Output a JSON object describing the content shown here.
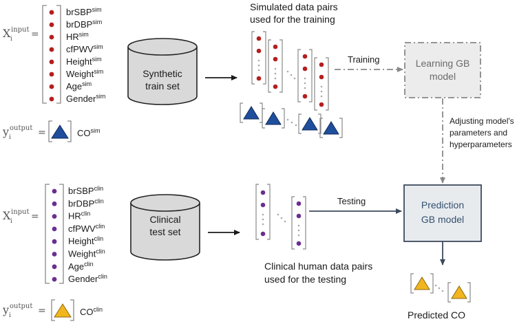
{
  "colors": {
    "sim_dot": "#b51e1e",
    "clin_dot": "#6a2f8f",
    "sim_triangle": "#1f4e9c",
    "clin_triangle": "#f2b51e",
    "cylinder_fill": "#d9d9d9",
    "box_fill": "#ececec",
    "line": "#333333",
    "dashed_line": "#888888",
    "bracket": "#888888"
  },
  "top": {
    "x_symbol": "X",
    "x_sub": "i",
    "x_sup": "input",
    "equals": "=",
    "features": [
      {
        "name": "brSBP",
        "sup": "sim"
      },
      {
        "name": "brDBP",
        "sup": "sim"
      },
      {
        "name": "HR",
        "sup": "sim"
      },
      {
        "name": "cfPWV",
        "sup": "sim"
      },
      {
        "name": "Height",
        "sup": "sim"
      },
      {
        "name": "Weight",
        "sup": "sim"
      },
      {
        "name": "Age",
        "sup": "sim"
      },
      {
        "name": "Gender",
        "sup": "sim"
      }
    ],
    "y_symbol": "y",
    "y_sub": "i",
    "y_sup": "output",
    "output_name": "CO",
    "output_sup": "sim",
    "dataset_line1": "Synthetic",
    "dataset_line2": "train set",
    "pairs_caption_line1": "Simulated data pairs",
    "pairs_caption_line2": "used for the training",
    "arrow_label": "Training",
    "model_line1": "Learning GB",
    "model_line2": "model"
  },
  "adjust_label": {
    "line1": "Adjusting model's",
    "line2": "parameters and",
    "line3": "hyperparameters"
  },
  "bottom": {
    "x_symbol": "X",
    "x_sub": "i",
    "x_sup": "input",
    "equals": "=",
    "features": [
      {
        "name": "brSBP",
        "sup": "clin"
      },
      {
        "name": "brDBP",
        "sup": "clin"
      },
      {
        "name": "HR",
        "sup": "clin"
      },
      {
        "name": "cfPWV",
        "sup": "clin"
      },
      {
        "name": "Height",
        "sup": "clin"
      },
      {
        "name": "Weight",
        "sup": "clin"
      },
      {
        "name": "Age",
        "sup": "clin"
      },
      {
        "name": "Gender",
        "sup": "clin"
      }
    ],
    "y_symbol": "y",
    "y_sub": "i",
    "y_sup": "output",
    "output_name": "CO",
    "output_sup": "clin",
    "dataset_line1": "Clinical",
    "dataset_line2": "test set",
    "pairs_caption_line1": "Clinical human data pairs",
    "pairs_caption_line2": "used for the testing",
    "arrow_label": "Testing",
    "model_line1": "Prediction",
    "model_line2": "GB model",
    "predicted_label": "Predicted CO"
  }
}
